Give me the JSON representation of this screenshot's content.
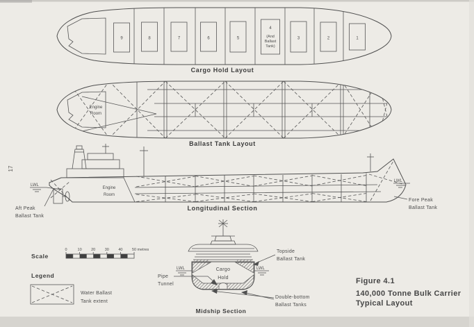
{
  "page": {
    "number": "17"
  },
  "cargo": {
    "caption": "Cargo Hold Layout",
    "holds": [
      "9",
      "8",
      "7",
      "6",
      "5",
      "3",
      "2",
      "1"
    ],
    "hold4": [
      "4",
      "(And",
      "Ballast",
      "Tank)"
    ]
  },
  "ballast": {
    "caption": "Ballast Tank Layout",
    "engine_room": [
      "Engine",
      "Room"
    ]
  },
  "longitudinal": {
    "caption": "Longitudinal Section",
    "engine_room": [
      "Engine",
      "Room"
    ],
    "lwl": "LWL",
    "aft_peak": [
      "Aft Peak",
      "Ballast Tank"
    ],
    "fore_peak": [
      "Fore Peak",
      "Ballast Tank"
    ]
  },
  "scale": {
    "label": "Scale",
    "ticks": [
      "0",
      "10",
      "20",
      "30",
      "40",
      "50"
    ],
    "unit": "metres"
  },
  "legend": {
    "label": "Legend",
    "item": [
      "Water Ballast",
      "Tank extent"
    ]
  },
  "midship": {
    "caption": "Midship Section",
    "cargo_hold": [
      "Cargo",
      "Hold"
    ],
    "lwl": "LWL",
    "topside": [
      "Topside",
      "Ballast Tank"
    ],
    "pipe_tunnel": [
      "Pipe",
      "Tunnel"
    ],
    "double_bottom": [
      "Double-bottom",
      "Ballast Tanks"
    ]
  },
  "figure": {
    "lines": [
      "Figure 4.1",
      "140,000 Tonne Bulk Carrier",
      "Typical Layout"
    ]
  },
  "colors": {
    "paper": "#edebe6",
    "ink": "#4e4e4e",
    "caption_text": "#3c3c3c"
  }
}
